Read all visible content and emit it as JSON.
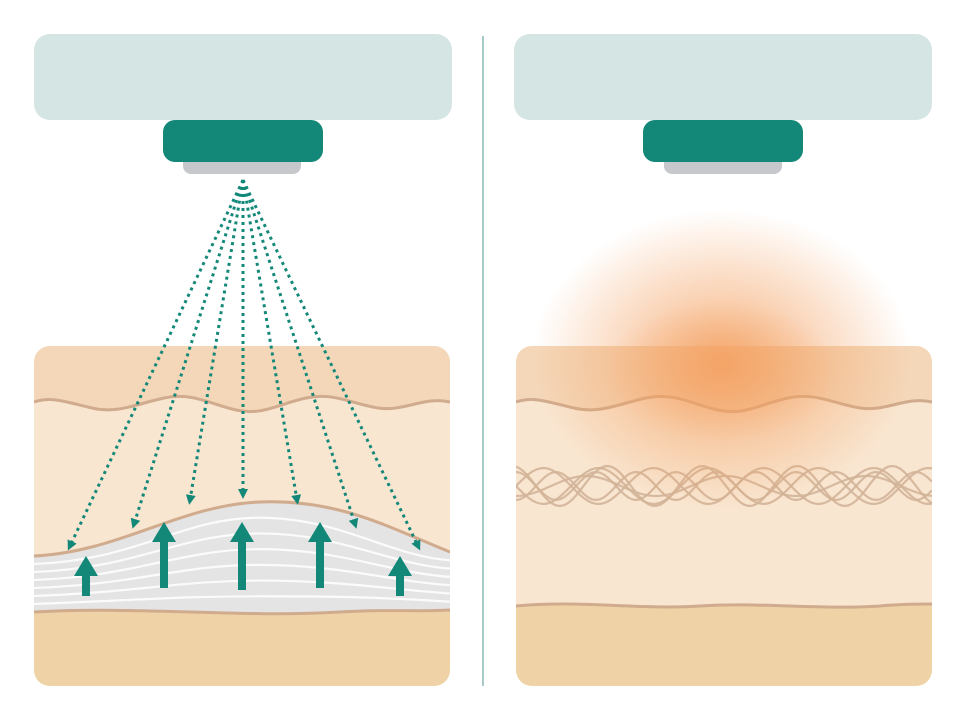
{
  "panels": [
    {
      "id": "left",
      "label": "",
      "energy": "focused-beams",
      "effect": "lifted-tightened-layer"
    },
    {
      "id": "right",
      "label": "",
      "energy": "diffuse-heat",
      "effect": "collagen-fiber-network"
    }
  ],
  "colors": {
    "device_body": "#d5e5e3",
    "device_head": "#138878",
    "device_tip": "#c7c8cc",
    "beam": "#138878",
    "divider": "#a7cbc8",
    "skin_top": "#f4d7b9",
    "skin_mid": "#f9e6d1",
    "skin_base": "#efd3a6",
    "membrane_line": "#d0ab8d",
    "fiber_band": "#e4e4e4",
    "heat_glow": "#f4a060",
    "fiber_line": "#d2b498"
  },
  "icons": [
    "device-body",
    "device-head",
    "beam-arrow-icon",
    "lift-arrow-icon",
    "heat-glow",
    "collagen-fibers"
  ]
}
